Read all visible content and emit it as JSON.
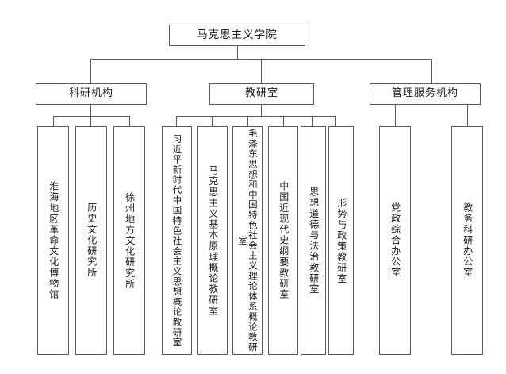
{
  "chart_data": {
    "type": "diagram",
    "title": "马克思主义学院 组织机构图",
    "root": "马克思主义学院",
    "levels": 3
  },
  "root": {
    "label": "马克思主义学院"
  },
  "branches": [
    {
      "label": "科研机构",
      "children": [
        "淮海地区革命文化博物馆",
        "历史文化研究所",
        "徐州地方文化研究所"
      ]
    },
    {
      "label": "教研室",
      "children": [
        "习近平新时代中国特色社会主义思想概论教研室",
        "马克思主义基本原理概论教研室",
        "毛泽东思想和中国特色社会主义理论体系概论教研室",
        "中国近现代史纲要教研室",
        "思想道德与法治教研室",
        "形势与政策教研室"
      ]
    },
    {
      "label": "管理服务机构",
      "children": [
        "党政综合办公室",
        "教务科研办公室"
      ]
    }
  ],
  "colors": {
    "line": "#595959",
    "text": "#1a1a1a",
    "background": "#ffffff"
  }
}
